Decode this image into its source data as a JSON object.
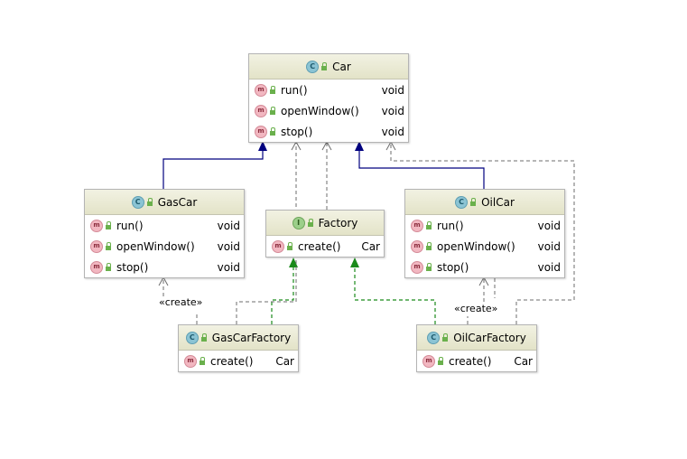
{
  "classes": {
    "car": {
      "name": "Car",
      "kind": "class",
      "methods": [
        {
          "name": "run()",
          "type": "void"
        },
        {
          "name": "openWindow()",
          "type": "void"
        },
        {
          "name": "stop()",
          "type": "void"
        }
      ]
    },
    "gascar": {
      "name": "GasCar",
      "kind": "class",
      "methods": [
        {
          "name": "run()",
          "type": "void"
        },
        {
          "name": "openWindow()",
          "type": "void"
        },
        {
          "name": "stop()",
          "type": "void"
        }
      ]
    },
    "factory": {
      "name": "Factory",
      "kind": "interface",
      "methods": [
        {
          "name": "create()",
          "type": "Car"
        }
      ]
    },
    "oilcar": {
      "name": "OilCar",
      "kind": "class",
      "methods": [
        {
          "name": "run()",
          "type": "void"
        },
        {
          "name": "openWindow()",
          "type": "void"
        },
        {
          "name": "stop()",
          "type": "void"
        }
      ]
    },
    "gascarfactory": {
      "name": "GasCarFactory",
      "kind": "class",
      "methods": [
        {
          "name": "create()",
          "type": "Car"
        }
      ]
    },
    "oilcarfactory": {
      "name": "OilCarFactory",
      "kind": "class",
      "methods": [
        {
          "name": "create()",
          "type": "Car"
        }
      ]
    }
  },
  "badges": {
    "class": "C",
    "interface": "I",
    "method": "m"
  },
  "icons": {
    "visibility": "lock-icon"
  },
  "edge_labels": {
    "create_gas": "«create»",
    "create_oil": "«create»"
  },
  "colors": {
    "inheritance": "#00007f",
    "realization": "#1a8a1a",
    "dependency": "#6d6d6d"
  }
}
